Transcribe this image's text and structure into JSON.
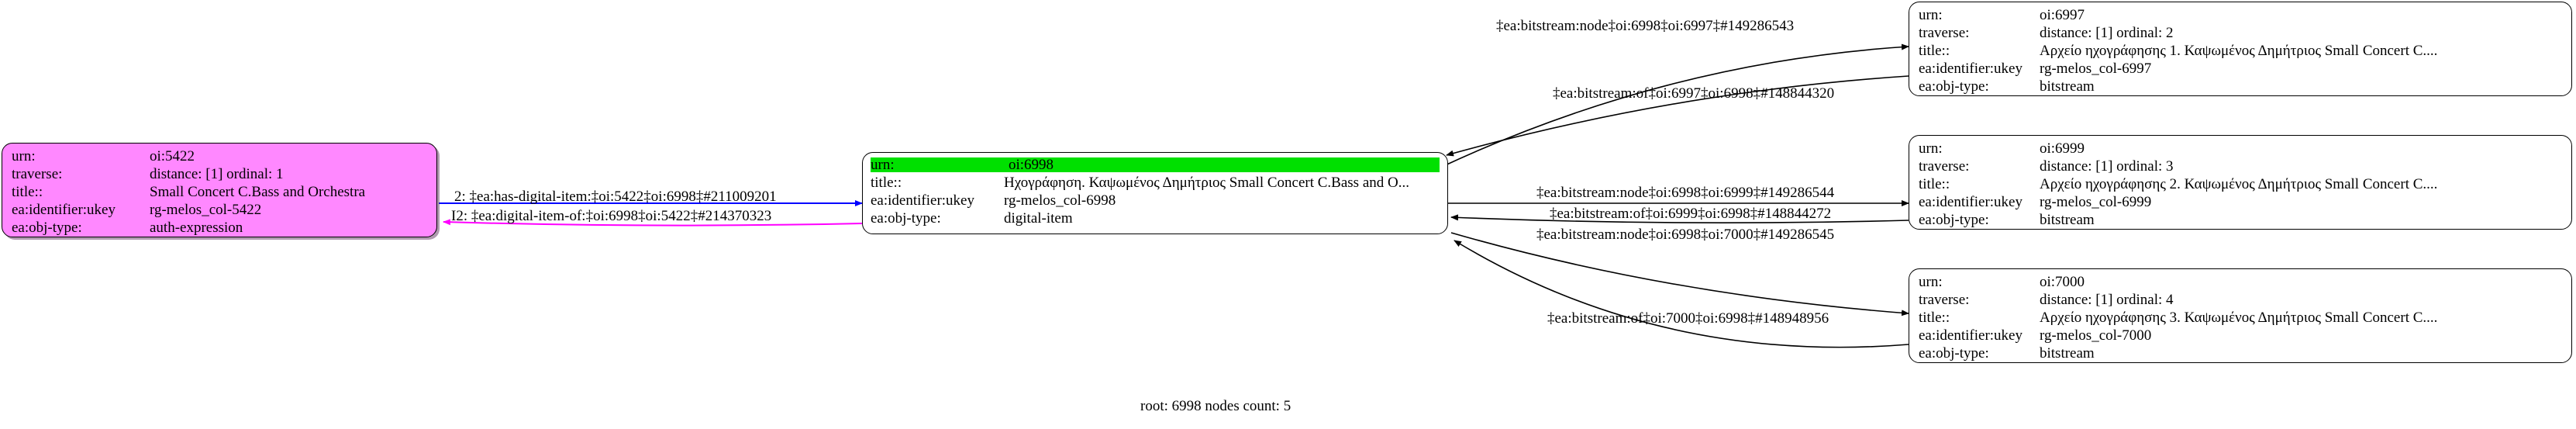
{
  "diagram": {
    "type": "graph",
    "footer": "root: 6998 nodes count: 5",
    "colors": {
      "pink_node": "#ff88ff",
      "green_header": "#00e000",
      "edge_blue": "#0000ff",
      "edge_magenta": "#ff00ff",
      "edge_black": "#000000",
      "border": "#000000",
      "background": "#ffffff"
    }
  },
  "nodes": {
    "auth_expression_5422": {
      "id": "oi:5422",
      "style": "pink",
      "rows": [
        {
          "key": "urn:",
          "value": "oi:5422"
        },
        {
          "key": "traverse:",
          "value": "distance: [1]     ordinal: 1"
        },
        {
          "key": "title::",
          "value": "Small Concert C.Bass and Orchestra"
        },
        {
          "key": "ea:identifier:ukey",
          "value": "rg-melos_col-5422"
        },
        {
          "key": "ea:obj-type:",
          "value": "auth-expression"
        }
      ]
    },
    "digital_item_6998": {
      "id": "oi:6998",
      "style": "white-green-header",
      "rows": [
        {
          "key": "urn:",
          "value": "oi:6998"
        },
        {
          "key": "title::",
          "value": "Ηχογράφηση. Καψωμένος Δημήτριος Small Concert C.Bass and O..."
        },
        {
          "key": "ea:identifier:ukey",
          "value": "rg-melos_col-6998"
        },
        {
          "key": "ea:obj-type:",
          "value": "digital-item"
        }
      ]
    },
    "bitstream_6997": {
      "id": "oi:6997",
      "style": "white",
      "rows": [
        {
          "key": "urn:",
          "value": "oi:6997"
        },
        {
          "key": "traverse:",
          "value": "distance: [1]     ordinal: 2"
        },
        {
          "key": "title::",
          "value": "Αρχείο ηχογράφησης 1. Καψωμένος Δημήτριος Small Concert C...."
        },
        {
          "key": "ea:identifier:ukey",
          "value": "rg-melos_col-6997"
        },
        {
          "key": "ea:obj-type:",
          "value": "bitstream"
        }
      ]
    },
    "bitstream_6999": {
      "id": "oi:6999",
      "style": "white",
      "rows": [
        {
          "key": "urn:",
          "value": "oi:6999"
        },
        {
          "key": "traverse:",
          "value": "distance: [1]     ordinal: 3"
        },
        {
          "key": "title::",
          "value": "Αρχείο ηχογράφησης 2. Καψωμένος Δημήτριος Small Concert C...."
        },
        {
          "key": "ea:identifier:ukey",
          "value": "rg-melos_col-6999"
        },
        {
          "key": "ea:obj-type:",
          "value": "bitstream"
        }
      ]
    },
    "bitstream_7000": {
      "id": "oi:7000",
      "style": "white",
      "rows": [
        {
          "key": "urn:",
          "value": "oi:7000"
        },
        {
          "key": "traverse:",
          "value": "distance: [1]     ordinal: 4"
        },
        {
          "key": "title::",
          "value": "Αρχείο ηχογράφησης 3. Καψωμένος Δημήτριος Small Concert C...."
        },
        {
          "key": "ea:identifier:ukey",
          "value": "rg-melos_col-7000"
        },
        {
          "key": "ea:obj-type:",
          "value": "bitstream"
        }
      ]
    }
  },
  "edges": {
    "e1": {
      "label": "2: ‡ea:has-digital-item:‡oi:5422‡oi:6998‡#211009201",
      "color": "#0000ff",
      "direction": "right"
    },
    "e2": {
      "label": "I2: ‡ea:digital-item-of:‡oi:6998‡oi:5422‡#214370323",
      "color": "#ff00ff",
      "direction": "left"
    },
    "e3": {
      "label": "‡ea:bitstream:node‡oi:6998‡oi:6997‡#149286543",
      "color": "#000000",
      "direction": "right"
    },
    "e4": {
      "label": "‡ea:bitstream:of‡oi:6997‡oi:6998‡#148844320",
      "color": "#000000",
      "direction": "left"
    },
    "e5": {
      "label": "‡ea:bitstream:node‡oi:6998‡oi:6999‡#149286544",
      "color": "#000000",
      "direction": "right"
    },
    "e6": {
      "label": "‡ea:bitstream:of‡oi:6999‡oi:6998‡#148844272",
      "color": "#000000",
      "direction": "left"
    },
    "e7": {
      "label": "‡ea:bitstream:node‡oi:6998‡oi:7000‡#149286545",
      "color": "#000000",
      "direction": "right"
    },
    "e8": {
      "label": "‡ea:bitstream:of‡oi:7000‡oi:6998‡#148948956",
      "color": "#000000",
      "direction": "left"
    }
  }
}
